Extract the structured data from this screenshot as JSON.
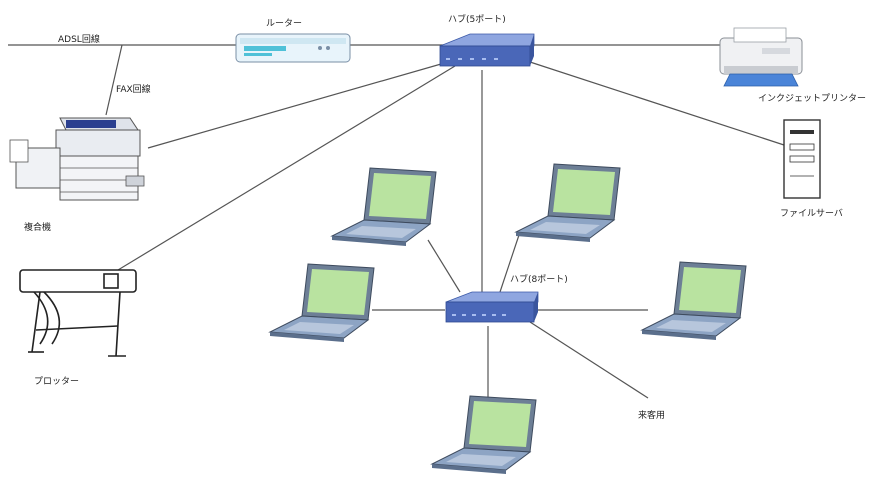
{
  "labels": {
    "adsl": "ADSL回線",
    "router": "ルーター",
    "hub_main": "ハブ(5ポート)",
    "fax": "FAX回線",
    "inkjet": "インクジェットプリンター",
    "file_server": "ファイルサーバ",
    "mfp": "複合機",
    "hub_sub": "ハブ(8ポート)",
    "plotter": "プロッター",
    "guest": "来客用"
  },
  "colors": {
    "line": "#555555",
    "hub_top": "#8fa6e0",
    "hub_side": "#4a67b8",
    "screen": "#b9e3a0",
    "laptop_body": "#8da4c4",
    "router_body": "#e8f4fb"
  }
}
